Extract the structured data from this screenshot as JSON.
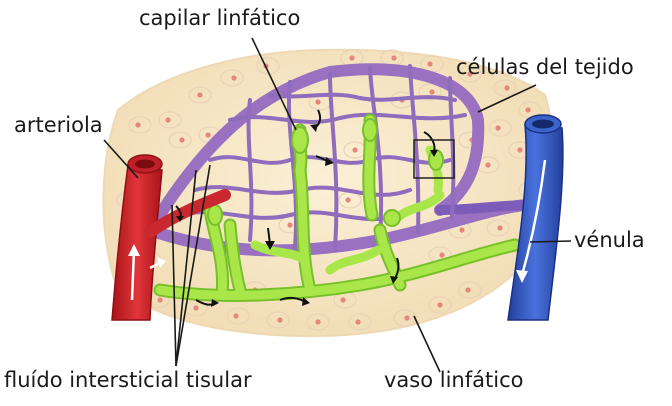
{
  "labels": {
    "capilar_linfatico": "capilar linfático",
    "celulas_del_tejido": "células del tejido",
    "arteriola": "arteriola",
    "venula": "vénula",
    "fluido_intersticial": "fluído intersticial tisular",
    "vaso_linfatico": "vaso linfático"
  },
  "colors": {
    "tissue": "#f6e6c4",
    "cell_outline": "#ead2b8",
    "nucleus": "#e6877d",
    "artery": "#d8282c",
    "vein": "#3358c8",
    "capillary": "#9a70c0",
    "lymph": "#a8e64a",
    "lymph_edge": "#78c02a"
  }
}
